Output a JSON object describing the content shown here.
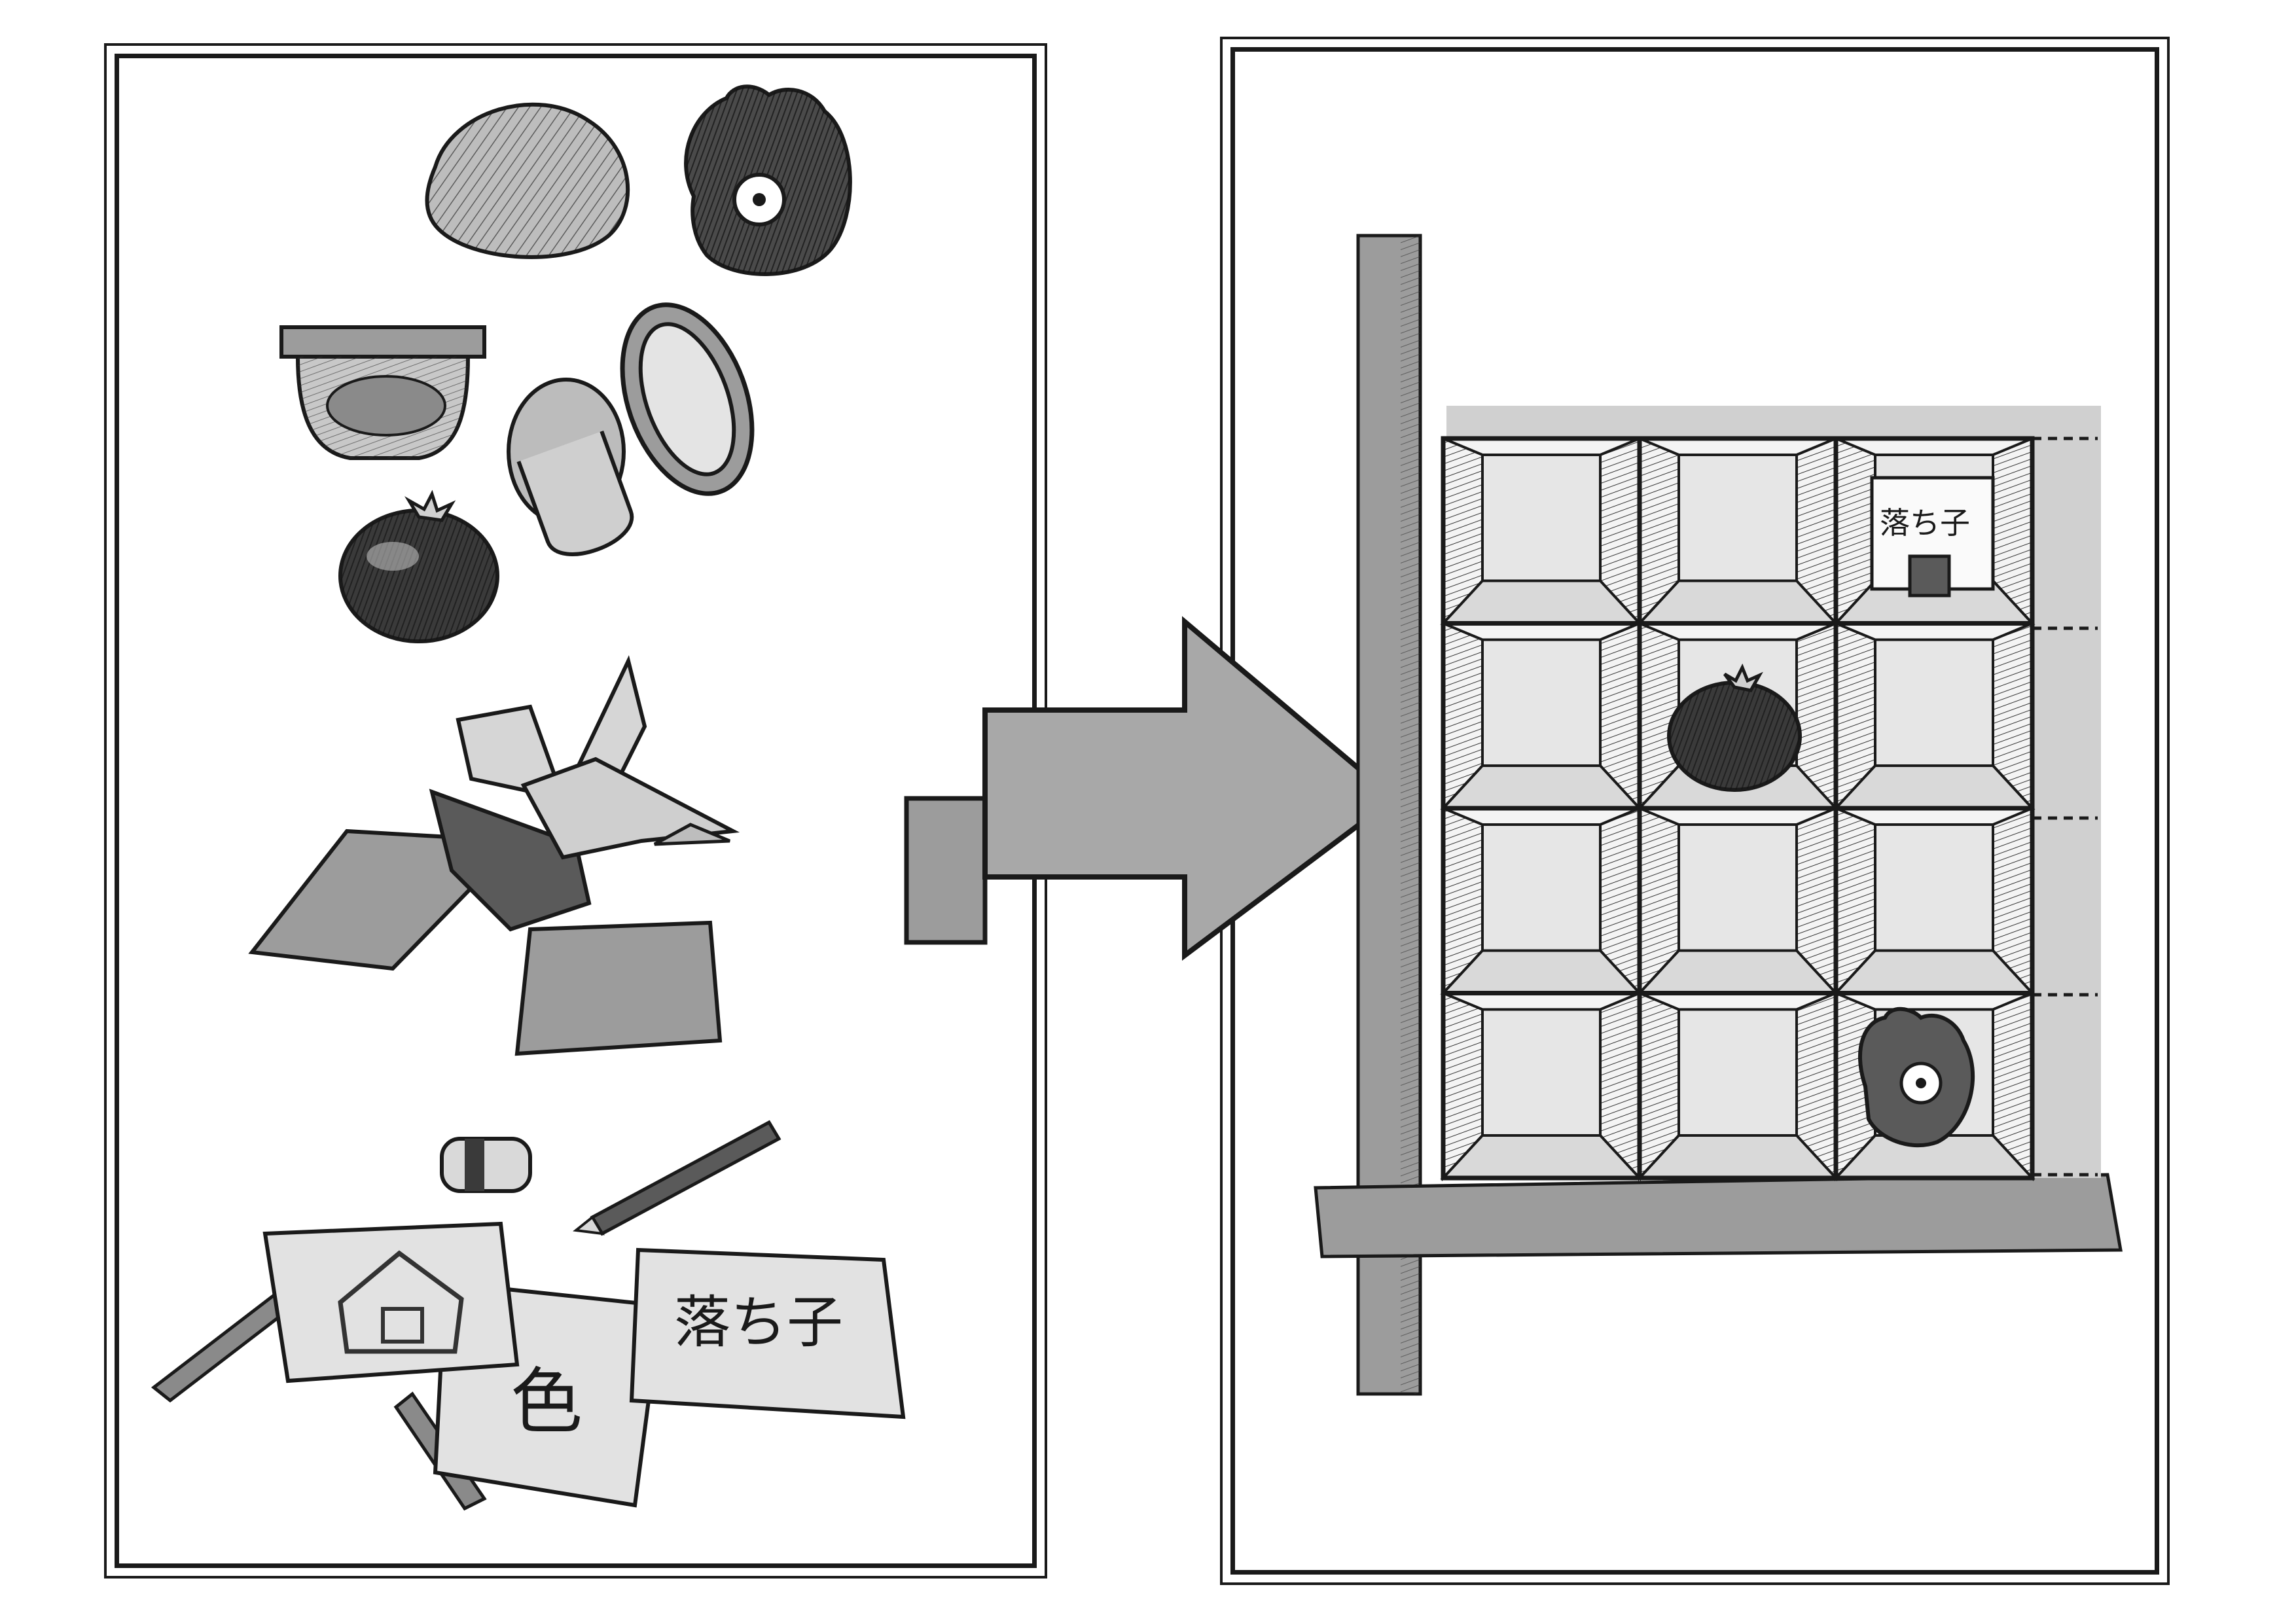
{
  "illustration": {
    "left_panel": {
      "items": [
        "stone",
        "one-eyed-clay-figure",
        "clay-cup",
        "round-tin-box",
        "pomegranate",
        "paper-crane",
        "colored-paper",
        "eraser",
        "pencils",
        "drawing-cards"
      ],
      "card_texts": [
        "落ち子",
        "色"
      ]
    },
    "right_panel": {
      "items": [
        "wall-post",
        "cubby-shelf",
        "pomegranate",
        "one-eyed-clay-figure",
        "label-card"
      ],
      "shelf_label": "落ち子"
    },
    "arrow": "arrow-right",
    "colors": {
      "ink": "#1a1a1a",
      "light_gray": "#d9d9d9",
      "mid_gray": "#9c9c9c",
      "dark_gray": "#5a5a5a",
      "paper": "#ffffff"
    }
  }
}
